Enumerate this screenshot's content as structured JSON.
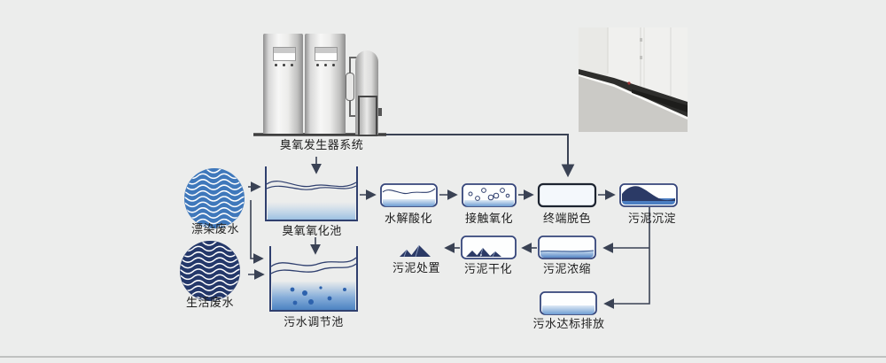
{
  "labels": {
    "ozone_system": "臭氧发生器系统",
    "dyeing_wastewater": "漂染废水",
    "domestic_wastewater": "生活废水",
    "ozone_oxidation_tank": "臭氧氧化池",
    "sewage_regulating_tank": "污水调节池",
    "hydrolysis_acidification": "水解酸化",
    "contact_oxidation": "接触氧化",
    "terminal_decolorization": "终端脱色",
    "sludge_sedimentation": "污泥沉淀",
    "sludge_thickening": "污泥浓缩",
    "sludge_drying": "污泥干化",
    "sludge_disposal": "污泥处置",
    "discharge_up_to_standard": "污水达标排放"
  },
  "colors": {
    "background": "#ecedec",
    "line_navy": "#2f3f6e",
    "arrow_dark": "#3a4254",
    "dark_navy_sludge": "#2b3a66",
    "water_blue": "#4c82c2",
    "dyeing_circle_blue": "#3f78bb",
    "domestic_circle_navy": "#24386a"
  },
  "icons": {
    "dyeing_source": "wave-circle-icon",
    "domestic_source": "wave-circle-icon",
    "sludge_piles": "sludge-pile-icon"
  }
}
